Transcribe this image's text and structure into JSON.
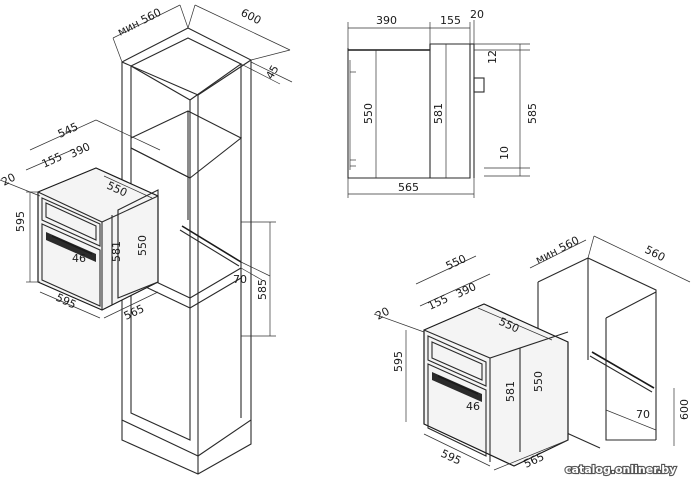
{
  "watermark": "catalog.onliner.by",
  "labels": {
    "oven_front": {
      "d545": "545",
      "d155": "155",
      "d390": "390",
      "d20": "20",
      "d595_h": "595",
      "d550_top": "550",
      "d581": "581",
      "d550_v": "550",
      "d46": "46",
      "d595_w": "595",
      "d565": "565"
    },
    "cabinet": {
      "min560": "мин 560",
      "d600": "600",
      "d45": "45",
      "d70": "70",
      "d585": "585"
    },
    "side_view": {
      "d390": "390",
      "d155": "155",
      "d20": "20",
      "d12": "12",
      "d550": "550",
      "d581": "581",
      "d585": "585",
      "d10": "10",
      "d565": "565"
    },
    "under_counter": {
      "d550_a": "550",
      "d390": "390",
      "d155": "155",
      "d20": "20",
      "d550_b": "550",
      "d595_h": "595",
      "d581": "581",
      "d550_v": "550",
      "d46": "46",
      "d595_w": "595",
      "d565": "565",
      "min560": "мин 560",
      "d560": "560",
      "d70": "70",
      "d600": "600"
    }
  }
}
